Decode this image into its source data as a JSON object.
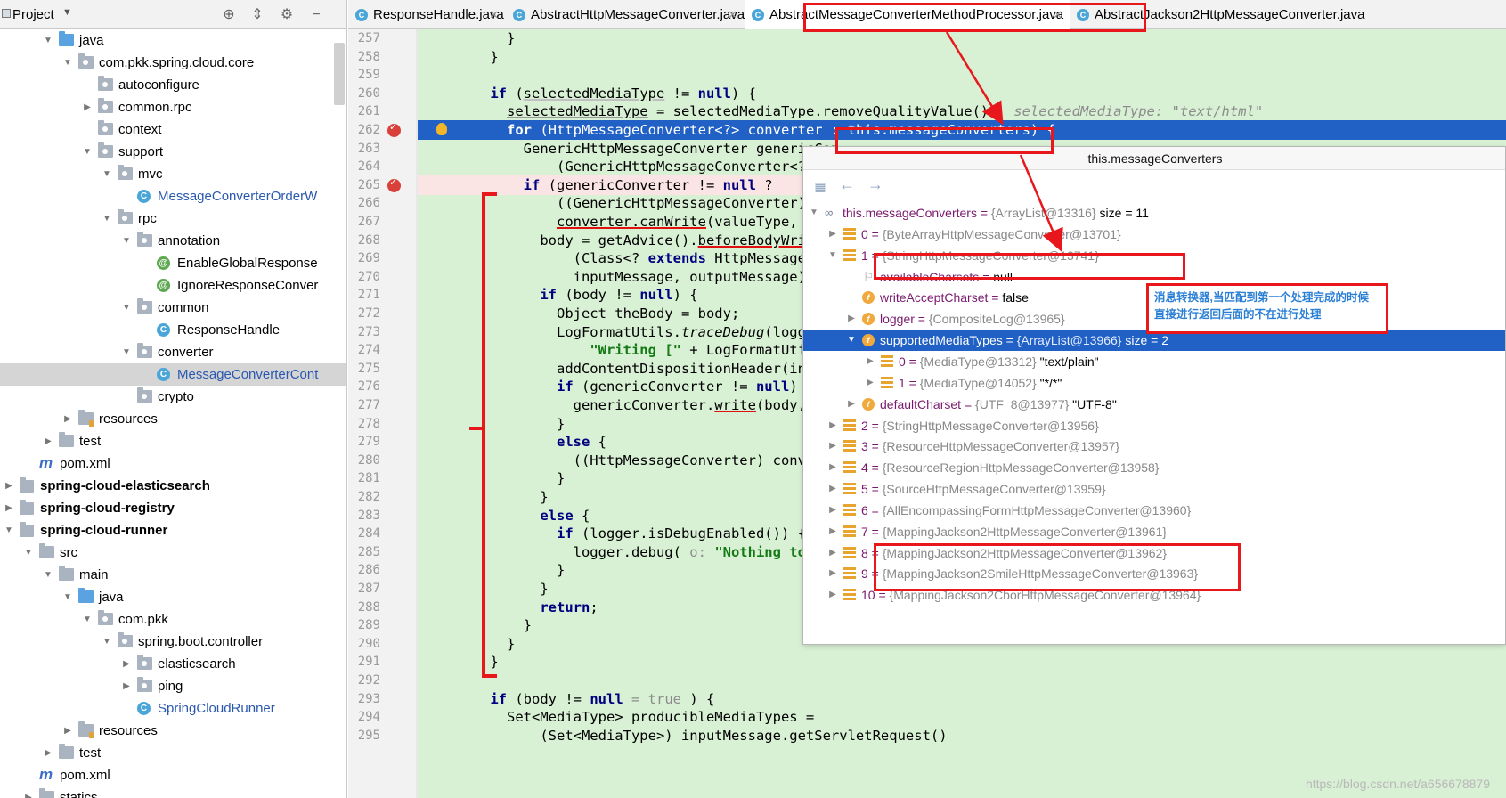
{
  "project": {
    "title": "Project",
    "tree": [
      {
        "label": "java",
        "icon": "folder-blue",
        "indent": 2,
        "arrow": "open"
      },
      {
        "label": "com.pkk.spring.cloud.core",
        "icon": "package",
        "indent": 3,
        "arrow": "open"
      },
      {
        "label": "autoconfigure",
        "icon": "package",
        "indent": 4,
        "arrow": ""
      },
      {
        "label": "common.rpc",
        "icon": "package",
        "indent": 4,
        "arrow": "closed"
      },
      {
        "label": "context",
        "icon": "package",
        "indent": 4,
        "arrow": ""
      },
      {
        "label": "support",
        "icon": "package",
        "indent": 4,
        "arrow": "open"
      },
      {
        "label": "mvc",
        "icon": "package",
        "indent": 5,
        "arrow": "open"
      },
      {
        "label": "MessageConverterOrderW",
        "icon": "class",
        "indent": 6,
        "arrow": "",
        "color": "blue"
      },
      {
        "label": "rpc",
        "icon": "package",
        "indent": 5,
        "arrow": "open"
      },
      {
        "label": "annotation",
        "icon": "package",
        "indent": 6,
        "arrow": "open"
      },
      {
        "label": "EnableGlobalResponse",
        "icon": "annotation",
        "indent": 7,
        "arrow": ""
      },
      {
        "label": "IgnoreResponseConver",
        "icon": "annotation",
        "indent": 7,
        "arrow": ""
      },
      {
        "label": "common",
        "icon": "package",
        "indent": 6,
        "arrow": "open"
      },
      {
        "label": "ResponseHandle",
        "icon": "class",
        "indent": 7,
        "arrow": ""
      },
      {
        "label": "converter",
        "icon": "package",
        "indent": 6,
        "arrow": "open"
      },
      {
        "label": "MessageConverterCont",
        "icon": "class",
        "indent": 7,
        "arrow": "",
        "color": "blue",
        "selected": true
      },
      {
        "label": "crypto",
        "icon": "package",
        "indent": 6,
        "arrow": ""
      },
      {
        "label": "resources",
        "icon": "resources",
        "indent": 3,
        "arrow": "closed"
      },
      {
        "label": "test",
        "icon": "folder",
        "indent": 2,
        "arrow": "closed"
      },
      {
        "label": "pom.xml",
        "icon": "maven",
        "indent": 1,
        "arrow": ""
      },
      {
        "label": "spring-cloud-elasticsearch",
        "icon": "module",
        "indent": 0,
        "arrow": "closed",
        "bold": true
      },
      {
        "label": "spring-cloud-registry",
        "icon": "module",
        "indent": 0,
        "arrow": "closed",
        "bold": true
      },
      {
        "label": "spring-cloud-runner",
        "icon": "module",
        "indent": 0,
        "arrow": "open",
        "bold": true
      },
      {
        "label": "src",
        "icon": "folder",
        "indent": 1,
        "arrow": "open"
      },
      {
        "label": "main",
        "icon": "folder",
        "indent": 2,
        "arrow": "open"
      },
      {
        "label": "java",
        "icon": "folder-blue",
        "indent": 3,
        "arrow": "open"
      },
      {
        "label": "com.pkk",
        "icon": "package",
        "indent": 4,
        "arrow": "open"
      },
      {
        "label": "spring.boot.controller",
        "icon": "package",
        "indent": 5,
        "arrow": "open"
      },
      {
        "label": "elasticsearch",
        "icon": "package",
        "indent": 6,
        "arrow": "closed"
      },
      {
        "label": "ping",
        "icon": "package",
        "indent": 6,
        "arrow": "closed"
      },
      {
        "label": "SpringCloudRunner",
        "icon": "class",
        "indent": 6,
        "arrow": "",
        "color": "blue"
      },
      {
        "label": "resources",
        "icon": "resources",
        "indent": 3,
        "arrow": "closed"
      },
      {
        "label": "test",
        "icon": "folder",
        "indent": 2,
        "arrow": "closed"
      },
      {
        "label": "pom.xml",
        "icon": "maven",
        "indent": 1,
        "arrow": ""
      },
      {
        "label": "statics",
        "icon": "folder",
        "indent": 1,
        "arrow": "closed"
      }
    ]
  },
  "tabs": [
    {
      "label": "ResponseHandle.java",
      "active": false
    },
    {
      "label": "AbstractHttpMessageConverter.java",
      "active": false
    },
    {
      "label": "AbstractMessageConverterMethodProcessor.java",
      "active": true
    },
    {
      "label": "AbstractJackson2HttpMessageConverter.java",
      "active": false
    }
  ],
  "code_lines": [
    {
      "n": "257",
      "html": "      }"
    },
    {
      "n": "258",
      "html": "    }"
    },
    {
      "n": "259",
      "html": ""
    },
    {
      "n": "260",
      "html": "    <span class=\"kw\">if</span> (<span class=\"ul-red\" style=\"text-decoration-color:#c0c0c0\">selectedMediaType</span> != <span class=\"kw\">null</span>) {"
    },
    {
      "n": "261",
      "html": "      <span style=\"text-decoration:underline;text-decoration-color:#999\">selectedMediaType</span> = selectedMediaType.removeQualityValue();  <span class=\"inlay\">selectedMediaType: \"text/html\"</span>"
    },
    {
      "n": "262",
      "html": "      <span class=\"kw\">for</span> (HttpMessageConverter&lt;?&gt; converter : this.messageConverters) {",
      "exec": true,
      "bp": true,
      "bulb": true
    },
    {
      "n": "263",
      "html": "        GenericHttpMessageConverter genericCon"
    },
    {
      "n": "264",
      "html": "            (GenericHttpMessageConverter&lt;?&gt;) c"
    },
    {
      "n": "265",
      "html": "        <span class=\"kw\">if</span> (genericConverter != <span class=\"kw\">null</span> ?",
      "bpline": true,
      "bp": true
    },
    {
      "n": "266",
      "html": "            ((GenericHttpMessageConverter) con"
    },
    {
      "n": "267",
      "html": "            <span class=\"ul-red\">converter.canWrite</span>(valueType, sele"
    },
    {
      "n": "268",
      "html": "          body = getAdvice().<span class=\"ul-red\">beforeBodyWrite</span>(b"
    },
    {
      "n": "269",
      "html": "              (Class&lt;? <span class=\"kw\">extends</span> HttpMessageConv"
    },
    {
      "n": "270",
      "html": "              inputMessage, outputMessage);"
    },
    {
      "n": "271",
      "html": "          <span class=\"kw\">if</span> (body != <span class=\"kw\">null</span>) {"
    },
    {
      "n": "272",
      "html": "            Object theBody = body;"
    },
    {
      "n": "273",
      "html": "            LogFormatUtils.<span class=\"fn-italic\">traceDebug</span>(logger,"
    },
    {
      "n": "274",
      "html": "                <span class=\"str\">\"Writing [\"</span> + LogFormatUtils.<span class=\"fn-italic\">f</span>"
    },
    {
      "n": "275",
      "html": "            addContentDispositionHeader(inputM"
    },
    {
      "n": "276",
      "html": "            <span class=\"kw\">if</span> (genericConverter != <span class=\"kw\">null</span>) {"
    },
    {
      "n": "277",
      "html": "              genericConverter.<span class=\"ul-red\">write</span>(body, tar"
    },
    {
      "n": "278",
      "html": "            }"
    },
    {
      "n": "279",
      "html": "            <span class=\"kw\">else</span> {"
    },
    {
      "n": "280",
      "html": "              ((HttpMessageConverter) converte"
    },
    {
      "n": "281",
      "html": "            }"
    },
    {
      "n": "282",
      "html": "          }"
    },
    {
      "n": "283",
      "html": "          <span class=\"kw\">else</span> {"
    },
    {
      "n": "284",
      "html": "            <span class=\"kw\">if</span> (logger.isDebugEnabled()) {"
    },
    {
      "n": "285",
      "html": "              logger.debug( <span class=\"hint-box\">o:</span> <span class=\"str\">\"Nothing to writ</span>"
    },
    {
      "n": "286",
      "html": "            }"
    },
    {
      "n": "287",
      "html": "          }"
    },
    {
      "n": "288",
      "html": "          <span class=\"kw\">return</span>;"
    },
    {
      "n": "289",
      "html": "        }"
    },
    {
      "n": "290",
      "html": "      }"
    },
    {
      "n": "291",
      "html": "    }"
    },
    {
      "n": "292",
      "html": ""
    },
    {
      "n": "293",
      "html": "    <span class=\"kw\">if</span> (body != <span class=\"kw\">null</span> <span class=\"inlay\" style=\"font-style:normal\">= true</span> ) {"
    },
    {
      "n": "294",
      "html": "      Set&lt;MediaType&gt; producibleMediaTypes ="
    },
    {
      "n": "295",
      "html": "          (Set&lt;MediaType&gt;) inputMessage.getServletRequest()"
    }
  ],
  "popup": {
    "title": "this.messageConverters",
    "rows": [
      {
        "indent": 0,
        "arrow": "open",
        "icon": "watch",
        "name": "this.messageConverters",
        "sep": " = ",
        "ref": "{ArrayList@13316}",
        "val": "  size = 11"
      },
      {
        "indent": 1,
        "arrow": "closed",
        "icon": "list",
        "name": "0",
        "sep": " = ",
        "ref": "{ByteArrayHttpMessageConverter@13701}",
        "val": ""
      },
      {
        "indent": 1,
        "arrow": "open",
        "icon": "list",
        "name": "1",
        "sep": " = ",
        "ref": "{StringHttpMessageConverter@13741}",
        "val": ""
      },
      {
        "indent": 2,
        "arrow": "",
        "icon": "flag",
        "name": "availableCharsets",
        "sep": " = ",
        "ref": "",
        "val": "null"
      },
      {
        "indent": 2,
        "arrow": "",
        "icon": "field",
        "name": "writeAcceptCharset",
        "sep": " = ",
        "ref": "",
        "val": "false"
      },
      {
        "indent": 2,
        "arrow": "closed",
        "icon": "field",
        "name": "logger",
        "sep": " = ",
        "ref": "{CompositeLog@13965}",
        "val": ""
      },
      {
        "indent": 2,
        "arrow": "open",
        "icon": "field",
        "name": "supportedMediaTypes",
        "sep": " = ",
        "ref": "{ArrayList@13966}",
        "val": "  size = 2",
        "selected": true
      },
      {
        "indent": 3,
        "arrow": "closed",
        "icon": "list",
        "name": "0",
        "sep": " = ",
        "ref": "{MediaType@13312}",
        "val": " \"text/plain\""
      },
      {
        "indent": 3,
        "arrow": "closed",
        "icon": "list",
        "name": "1",
        "sep": " = ",
        "ref": "{MediaType@14052}",
        "val": " \"*/*\""
      },
      {
        "indent": 2,
        "arrow": "closed",
        "icon": "field",
        "name": "defaultCharset",
        "sep": " = ",
        "ref": "{UTF_8@13977}",
        "val": " \"UTF-8\""
      },
      {
        "indent": 1,
        "arrow": "closed",
        "icon": "list",
        "name": "2",
        "sep": " = ",
        "ref": "{StringHttpMessageConverter@13956}",
        "val": ""
      },
      {
        "indent": 1,
        "arrow": "closed",
        "icon": "list",
        "name": "3",
        "sep": " = ",
        "ref": "{ResourceHttpMessageConverter@13957}",
        "val": ""
      },
      {
        "indent": 1,
        "arrow": "closed",
        "icon": "list",
        "name": "4",
        "sep": " = ",
        "ref": "{ResourceRegionHttpMessageConverter@13958}",
        "val": ""
      },
      {
        "indent": 1,
        "arrow": "closed",
        "icon": "list",
        "name": "5",
        "sep": " = ",
        "ref": "{SourceHttpMessageConverter@13959}",
        "val": ""
      },
      {
        "indent": 1,
        "arrow": "closed",
        "icon": "list",
        "name": "6",
        "sep": " = ",
        "ref": "{AllEncompassingFormHttpMessageConverter@13960}",
        "val": ""
      },
      {
        "indent": 1,
        "arrow": "closed",
        "icon": "list",
        "name": "7",
        "sep": " = ",
        "ref": "{MappingJackson2HttpMessageConverter@13961}",
        "val": ""
      },
      {
        "indent": 1,
        "arrow": "closed",
        "icon": "list",
        "name": "8",
        "sep": " = ",
        "ref": "{MappingJackson2HttpMessageConverter@13962}",
        "val": ""
      },
      {
        "indent": 1,
        "arrow": "closed",
        "icon": "list",
        "name": "9",
        "sep": " = ",
        "ref": "{MappingJackson2SmileHttpMessageConverter@13963}",
        "val": ""
      },
      {
        "indent": 1,
        "arrow": "closed",
        "icon": "list",
        "name": "10",
        "sep": " = ",
        "ref": "{MappingJackson2CborHttpMessageConverter@13964}",
        "val": ""
      }
    ]
  },
  "annotation": {
    "line1": "消息转换器,当匹配到第一个处理完成的时候",
    "line2": "直接进行返回后面的不在进行处理"
  },
  "watermark": "https://blog.csdn.net/a656678879",
  "icons": {
    "locate": "crosshair-icon",
    "collapse": "collapse-icon",
    "settings": "gear-icon",
    "hide": "minus-icon"
  }
}
